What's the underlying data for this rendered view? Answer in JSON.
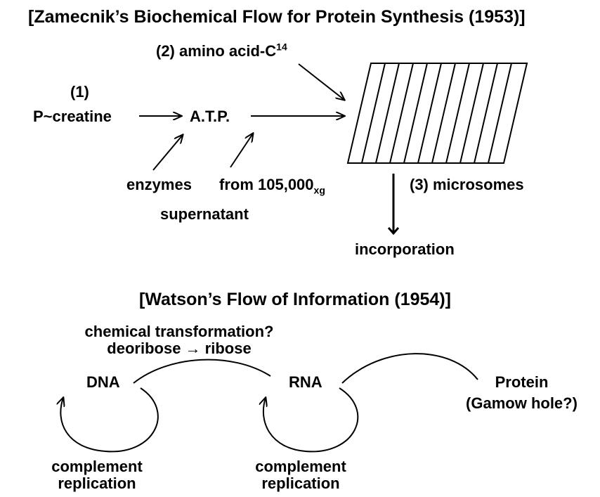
{
  "top": {
    "title": "[Zamecnik’s Biochemical Flow for Protein Synthesis (1953)]",
    "step2_prefix": "(2)",
    "amino_acid": "amino acid-C",
    "amino_acid_sup": "14",
    "step1": "(1)",
    "p_creatine": "P~creatine",
    "atp": "A.T.P.",
    "enzymes": "enzymes",
    "from_xg": "from 105,000",
    "from_xg_sub": "xg",
    "supernatant": "supernatant",
    "microsomes": "(3) microsomes",
    "incorporation": "incorporation"
  },
  "bottom": {
    "title": "[Watson’s Flow of Information (1954)]",
    "chem_line1": "chemical transformation?",
    "chem_line2": "deoribose → ribose",
    "dna": "DNA",
    "rna": "RNA",
    "protein": "Protein",
    "gamow": "(Gamow hole?)",
    "dna_rep_line1": "complement",
    "dna_rep_line2": "replication",
    "rna_rep_line1": "complement",
    "rna_rep_line2": "replication"
  }
}
